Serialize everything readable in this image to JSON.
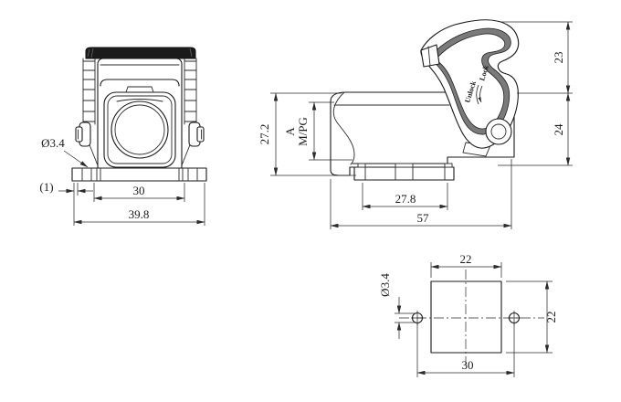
{
  "front_view": {
    "hole_dia_label": "Ø3.4",
    "offset_label": "(1)",
    "hole_spacing_label": "30",
    "overall_width_label": "39.8"
  },
  "side_view": {
    "height_label": "27.2",
    "entry_size_label": "A",
    "entry_thread_label": "M/PG",
    "lever_top_label": "23",
    "body_height_label": "24",
    "base_width_label": "27.8",
    "overall_length_label": "57",
    "lever_unlock_label": "Unlock",
    "lever_lock_label": "Lock"
  },
  "cutout_view": {
    "width_label": "22",
    "hole_dia_label": "Ø3.4",
    "height_label": "22",
    "hole_spacing_label": "30"
  }
}
